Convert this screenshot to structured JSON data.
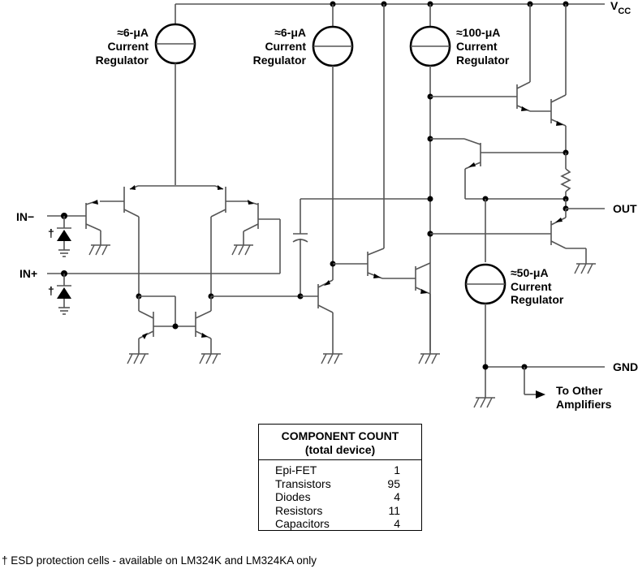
{
  "supply": {
    "vcc_label": "V",
    "vcc_sub": "CC",
    "gnd_label": "GND",
    "out_label": "OUT"
  },
  "inputs": {
    "in_minus": "IN−",
    "in_plus": "IN+",
    "dagger": "†"
  },
  "regulators": [
    {
      "current": "≈6-μA",
      "line2": "Current",
      "line3": "Regulator"
    },
    {
      "current": "≈6-μA",
      "line2": "Current",
      "line3": "Regulator"
    },
    {
      "current": "≈100-μA",
      "line2": "Current",
      "line3": "Regulator"
    },
    {
      "current": "≈50-μA",
      "line2": "Current",
      "line3": "Regulator"
    }
  ],
  "other_amps": {
    "line1": "To Other",
    "line2": "Amplifiers"
  },
  "component_count": {
    "title": "COMPONENT COUNT",
    "subtitle": "(total device)",
    "rows": [
      {
        "name": "Epi-FET",
        "count": "1"
      },
      {
        "name": "Transistors",
        "count": "95"
      },
      {
        "name": "Diodes",
        "count": "4"
      },
      {
        "name": "Resistors",
        "count": "11"
      },
      {
        "name": "Capacitors",
        "count": "4"
      }
    ]
  },
  "footnote": "† ESD protection cells - available on LM324K and LM324KA only"
}
